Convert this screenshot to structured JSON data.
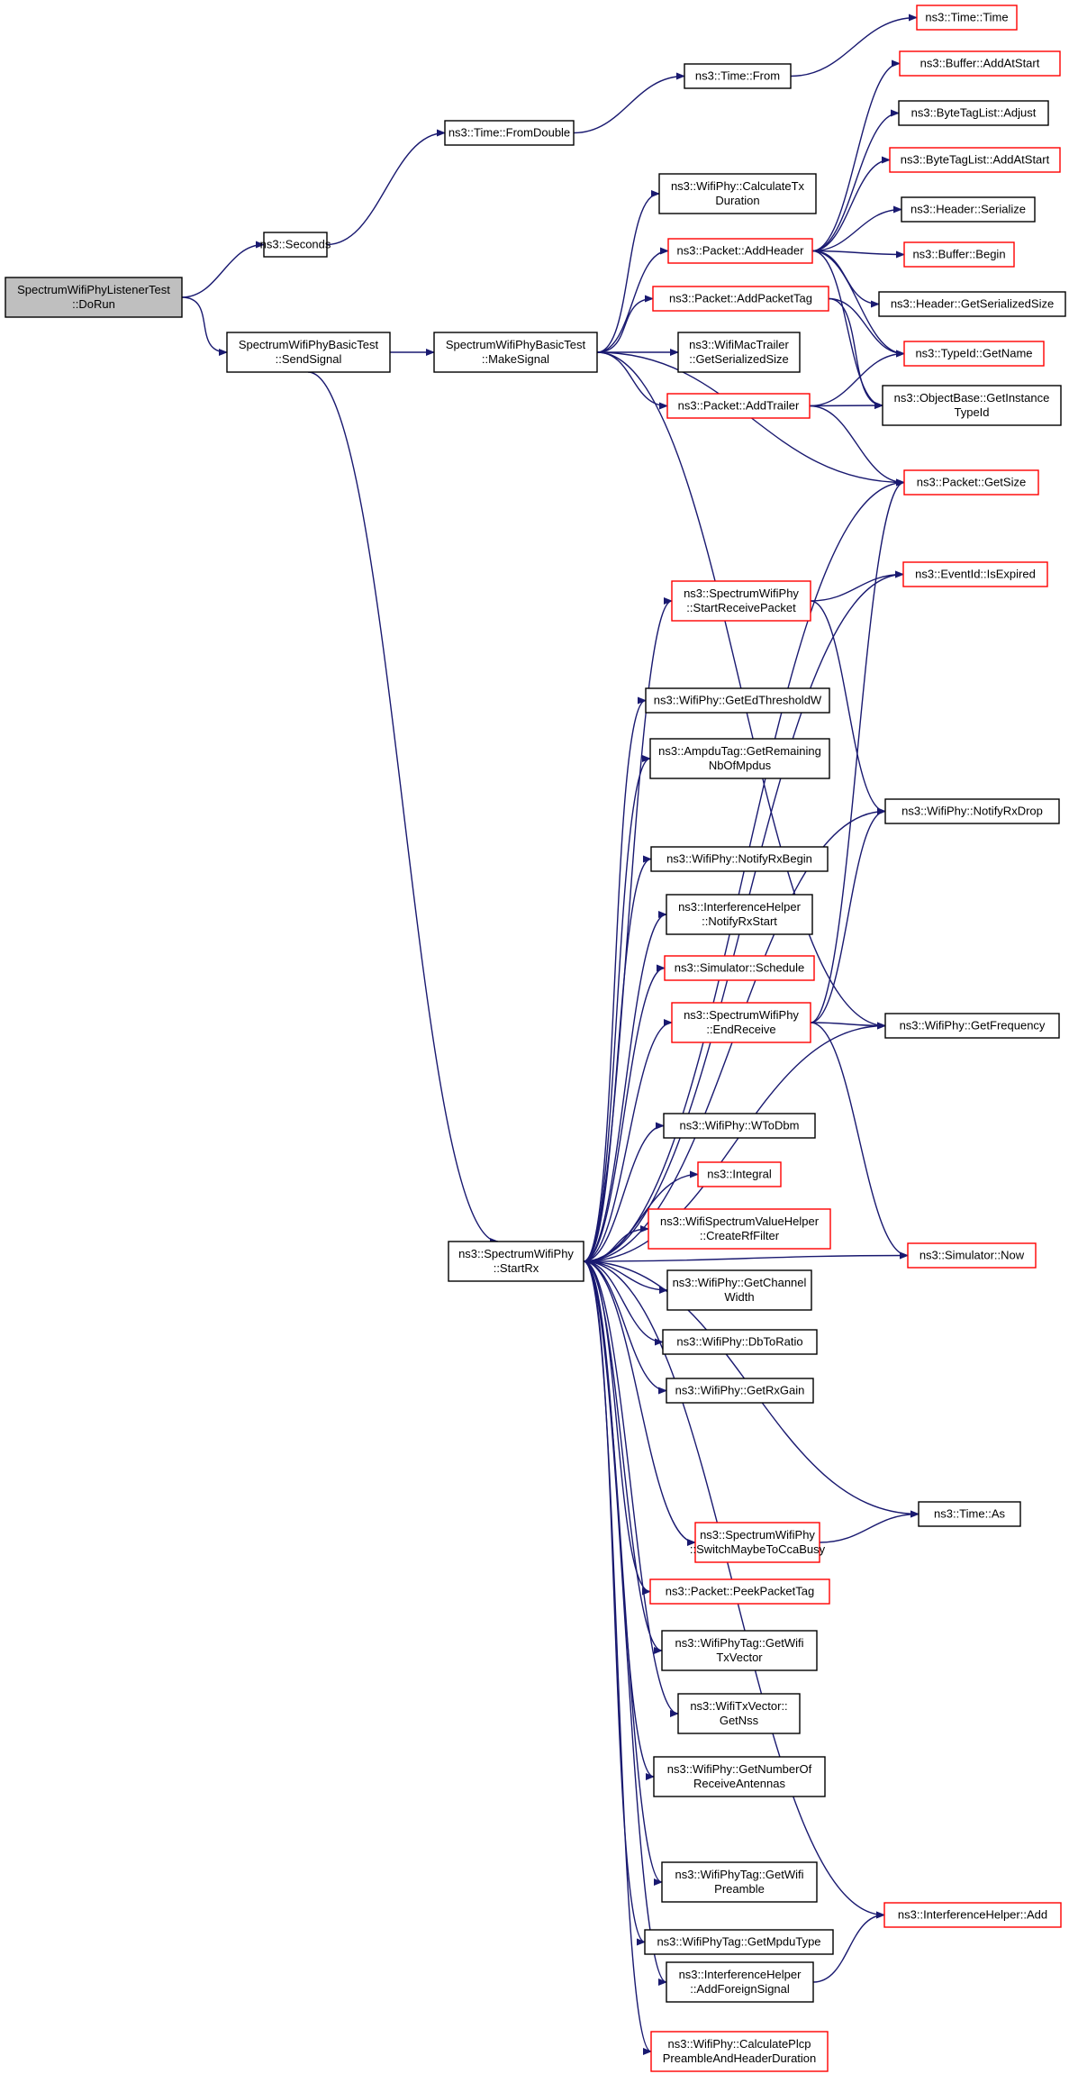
{
  "colors": {
    "edge": "#191970",
    "root_fill": "#bfbfbf",
    "node_fill": "#ffffff",
    "border_normal": "#000000",
    "border_truncated": "#ff0000"
  },
  "nodes": [
    {
      "id": "root",
      "lines": [
        "SpectrumWifiPhyListenerTest",
        "::DoRun"
      ],
      "style": "root"
    },
    {
      "id": "seconds",
      "lines": [
        "ns3::Seconds"
      ],
      "style": "normal"
    },
    {
      "id": "fromdouble",
      "lines": [
        "ns3::Time::FromDouble"
      ],
      "style": "normal"
    },
    {
      "id": "from",
      "lines": [
        "ns3::Time::From"
      ],
      "style": "normal"
    },
    {
      "id": "time",
      "lines": [
        "ns3::Time::Time"
      ],
      "style": "truncated"
    },
    {
      "id": "sendsignal",
      "lines": [
        "SpectrumWifiPhyBasicTest",
        "::SendSignal"
      ],
      "style": "normal"
    },
    {
      "id": "makesignal",
      "lines": [
        "SpectrumWifiPhyBasicTest",
        "::MakeSignal"
      ],
      "style": "normal"
    },
    {
      "id": "calctx",
      "lines": [
        "ns3::WifiPhy::CalculateTx",
        "Duration"
      ],
      "style": "normal"
    },
    {
      "id": "addheader",
      "lines": [
        "ns3::Packet::AddHeader"
      ],
      "style": "truncated"
    },
    {
      "id": "addpackettag",
      "lines": [
        "ns3::Packet::AddPacketTag"
      ],
      "style": "truncated"
    },
    {
      "id": "wifimactrailer",
      "lines": [
        "ns3::WifiMacTrailer",
        "::GetSerializedSize"
      ],
      "style": "normal"
    },
    {
      "id": "addtrailer",
      "lines": [
        "ns3::Packet::AddTrailer"
      ],
      "style": "truncated"
    },
    {
      "id": "bufaddatstart",
      "lines": [
        "ns3::Buffer::AddAtStart"
      ],
      "style": "truncated"
    },
    {
      "id": "btladjust",
      "lines": [
        "ns3::ByteTagList::Adjust"
      ],
      "style": "normal"
    },
    {
      "id": "btladdatstart",
      "lines": [
        "ns3::ByteTagList::AddAtStart"
      ],
      "style": "truncated"
    },
    {
      "id": "headerser",
      "lines": [
        "ns3::Header::Serialize"
      ],
      "style": "normal"
    },
    {
      "id": "bufbegin",
      "lines": [
        "ns3::Buffer::Begin"
      ],
      "style": "truncated"
    },
    {
      "id": "headersersize",
      "lines": [
        "ns3::Header::GetSerializedSize"
      ],
      "style": "normal"
    },
    {
      "id": "typeidname",
      "lines": [
        "ns3::TypeId::GetName"
      ],
      "style": "truncated"
    },
    {
      "id": "objbase",
      "lines": [
        "ns3::ObjectBase::GetInstance",
        "TypeId"
      ],
      "style": "normal"
    },
    {
      "id": "getsize",
      "lines": [
        "ns3::Packet::GetSize"
      ],
      "style": "truncated"
    },
    {
      "id": "isexpired",
      "lines": [
        "ns3::EventId::IsExpired"
      ],
      "style": "truncated"
    },
    {
      "id": "startrecvpkt",
      "lines": [
        "ns3::SpectrumWifiPhy",
        "::StartReceivePacket"
      ],
      "style": "truncated"
    },
    {
      "id": "edthreshold",
      "lines": [
        "ns3::WifiPhy::GetEdThresholdW"
      ],
      "style": "normal"
    },
    {
      "id": "ampdutag",
      "lines": [
        "ns3::AmpduTag::GetRemaining",
        "NbOfMpdus"
      ],
      "style": "normal"
    },
    {
      "id": "notifyrxdrop",
      "lines": [
        "ns3::WifiPhy::NotifyRxDrop"
      ],
      "style": "normal"
    },
    {
      "id": "notifyrxbegin",
      "lines": [
        "ns3::WifiPhy::NotifyRxBegin"
      ],
      "style": "normal"
    },
    {
      "id": "ihnotifyrxstart",
      "lines": [
        "ns3::InterferenceHelper",
        "::NotifyRxStart"
      ],
      "style": "normal"
    },
    {
      "id": "schedule",
      "lines": [
        "ns3::Simulator::Schedule"
      ],
      "style": "truncated"
    },
    {
      "id": "endreceive",
      "lines": [
        "ns3::SpectrumWifiPhy",
        "::EndReceive"
      ],
      "style": "truncated"
    },
    {
      "id": "getfrequency",
      "lines": [
        "ns3::WifiPhy::GetFrequency"
      ],
      "style": "normal"
    },
    {
      "id": "wtodbm",
      "lines": [
        "ns3::WifiPhy::WToDbm"
      ],
      "style": "normal"
    },
    {
      "id": "integral",
      "lines": [
        "ns3::Integral"
      ],
      "style": "truncated"
    },
    {
      "id": "createrf",
      "lines": [
        "ns3::WifiSpectrumValueHelper",
        "::CreateRfFilter"
      ],
      "style": "truncated"
    },
    {
      "id": "simnow",
      "lines": [
        "ns3::Simulator::Now"
      ],
      "style": "truncated"
    },
    {
      "id": "startrx",
      "lines": [
        "ns3::SpectrumWifiPhy",
        "::StartRx"
      ],
      "style": "normal"
    },
    {
      "id": "chanwidth",
      "lines": [
        "ns3::WifiPhy::GetChannel",
        "Width"
      ],
      "style": "normal"
    },
    {
      "id": "dbtoratio",
      "lines": [
        "ns3::WifiPhy::DbToRatio"
      ],
      "style": "normal"
    },
    {
      "id": "rxgain",
      "lines": [
        "ns3::WifiPhy::GetRxGain"
      ],
      "style": "normal"
    },
    {
      "id": "timeas",
      "lines": [
        "ns3::Time::As"
      ],
      "style": "normal"
    },
    {
      "id": "switchcca",
      "lines": [
        "ns3::SpectrumWifiPhy",
        "::SwitchMaybeToCcaBusy"
      ],
      "style": "truncated"
    },
    {
      "id": "peektag",
      "lines": [
        "ns3::Packet::PeekPacketTag"
      ],
      "style": "truncated"
    },
    {
      "id": "txvector",
      "lines": [
        "ns3::WifiPhyTag::GetWifi",
        "TxVector"
      ],
      "style": "normal"
    },
    {
      "id": "getnss",
      "lines": [
        "ns3::WifiTxVector::",
        "GetNss"
      ],
      "style": "normal"
    },
    {
      "id": "numantennas",
      "lines": [
        "ns3::WifiPhy::GetNumberOf",
        "ReceiveAntennas"
      ],
      "style": "normal"
    },
    {
      "id": "preamble",
      "lines": [
        "ns3::WifiPhyTag::GetWifi",
        "Preamble"
      ],
      "style": "normal"
    },
    {
      "id": "ihadd",
      "lines": [
        "ns3::InterferenceHelper::Add"
      ],
      "style": "truncated"
    },
    {
      "id": "mpdutype",
      "lines": [
        "ns3::WifiPhyTag::GetMpduType"
      ],
      "style": "normal"
    },
    {
      "id": "addforeign",
      "lines": [
        "ns3::InterferenceHelper",
        "::AddForeignSignal"
      ],
      "style": "normal"
    },
    {
      "id": "calcplcp",
      "lines": [
        "ns3::WifiPhy::CalculatePlcp",
        "PreambleAndHeaderDuration"
      ],
      "style": "truncated"
    }
  ],
  "edges": [
    [
      "root",
      "seconds"
    ],
    [
      "root",
      "sendsignal"
    ],
    [
      "seconds",
      "fromdouble"
    ],
    [
      "fromdouble",
      "from"
    ],
    [
      "from",
      "time"
    ],
    [
      "sendsignal",
      "makesignal"
    ],
    [
      "sendsignal",
      "startrx"
    ],
    [
      "makesignal",
      "calctx"
    ],
    [
      "makesignal",
      "addheader"
    ],
    [
      "makesignal",
      "addpackettag"
    ],
    [
      "makesignal",
      "wifimactrailer"
    ],
    [
      "makesignal",
      "addtrailer"
    ],
    [
      "makesignal",
      "getsize"
    ],
    [
      "makesignal",
      "getfrequency"
    ],
    [
      "addheader",
      "bufaddatstart"
    ],
    [
      "addheader",
      "btladjust"
    ],
    [
      "addheader",
      "btladdatstart"
    ],
    [
      "addheader",
      "headerser"
    ],
    [
      "addheader",
      "bufbegin"
    ],
    [
      "addheader",
      "headersersize"
    ],
    [
      "addheader",
      "typeidname"
    ],
    [
      "addheader",
      "objbase"
    ],
    [
      "addpackettag",
      "typeidname"
    ],
    [
      "addpackettag",
      "objbase"
    ],
    [
      "addtrailer",
      "objbase"
    ],
    [
      "addtrailer",
      "typeidname"
    ],
    [
      "addtrailer",
      "getsize"
    ],
    [
      "startrecvpkt",
      "isexpired"
    ],
    [
      "startrecvpkt",
      "notifyrxdrop"
    ],
    [
      "endreceive",
      "getsize"
    ],
    [
      "endreceive",
      "notifyrxdrop"
    ],
    [
      "endreceive",
      "getfrequency"
    ],
    [
      "endreceive",
      "simnow"
    ],
    [
      "switchcca",
      "timeas"
    ],
    [
      "addforeign",
      "ihadd"
    ],
    [
      "startrx",
      "getsize"
    ],
    [
      "startrx",
      "isexpired"
    ],
    [
      "startrx",
      "startrecvpkt"
    ],
    [
      "startrx",
      "edthreshold"
    ],
    [
      "startrx",
      "ampdutag"
    ],
    [
      "startrx",
      "notifyrxdrop"
    ],
    [
      "startrx",
      "notifyrxbegin"
    ],
    [
      "startrx",
      "ihnotifyrxstart"
    ],
    [
      "startrx",
      "schedule"
    ],
    [
      "startrx",
      "endreceive"
    ],
    [
      "startrx",
      "getfrequency"
    ],
    [
      "startrx",
      "wtodbm"
    ],
    [
      "startrx",
      "integral"
    ],
    [
      "startrx",
      "createrf"
    ],
    [
      "startrx",
      "chanwidth"
    ],
    [
      "startrx",
      "dbtoratio"
    ],
    [
      "startrx",
      "rxgain"
    ],
    [
      "startrx",
      "simnow"
    ],
    [
      "startrx",
      "timeas"
    ],
    [
      "startrx",
      "switchcca"
    ],
    [
      "startrx",
      "peektag"
    ],
    [
      "startrx",
      "txvector"
    ],
    [
      "startrx",
      "getnss"
    ],
    [
      "startrx",
      "numantennas"
    ],
    [
      "startrx",
      "preamble"
    ],
    [
      "startrx",
      "ihadd"
    ],
    [
      "startrx",
      "mpdutype"
    ],
    [
      "startrx",
      "addforeign"
    ],
    [
      "startrx",
      "calcplcp"
    ]
  ]
}
